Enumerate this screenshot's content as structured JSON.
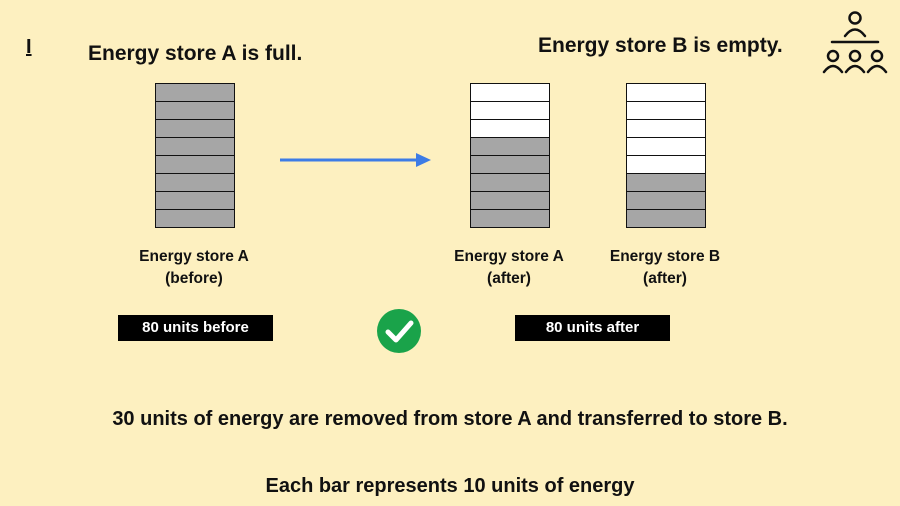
{
  "marker": "I",
  "heading_a": "Energy store A is full.",
  "heading_b": "Energy store B is empty.",
  "stores": [
    {
      "name": "Energy store A",
      "state": "(before)",
      "total_bars": 8,
      "filled_bars": 8
    },
    {
      "name": "Energy store A",
      "state": "(after)",
      "total_bars": 8,
      "filled_bars": 5
    },
    {
      "name": "Energy store B",
      "state": "(after)",
      "total_bars": 8,
      "filled_bars": 3
    }
  ],
  "label_before": "80 units before",
  "label_after": "80 units after",
  "statement": "30 units of energy are removed from store A and transferred to store B.",
  "footnote": "Each bar represents 10 units of energy",
  "icons": {
    "group": "group-people-icon",
    "check": "check-circle-icon",
    "arrow": "arrow-right-icon"
  },
  "colors": {
    "background": "#fdf0c0",
    "filled_bar": "#a6a6a6",
    "arrow": "#3d7ce6",
    "check": "#1aa34a"
  }
}
